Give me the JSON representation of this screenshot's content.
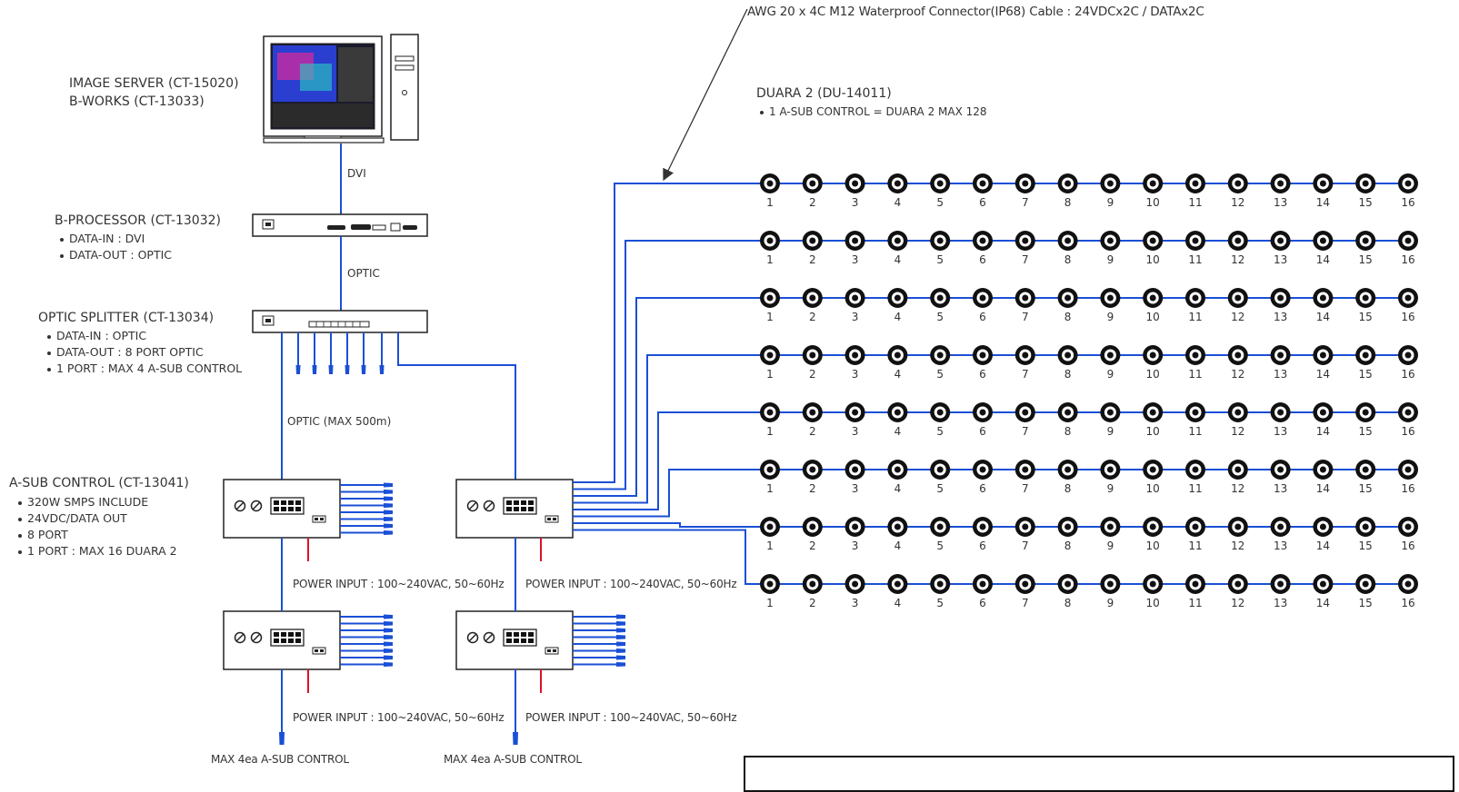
{
  "colors": {
    "cable": "#1a4fd6",
    "power": "#e0102a",
    "outline": "#222222",
    "node": "#111111"
  },
  "cable_spec": "AWG 20 x 4C M12 Waterproof Connector(IP68) Cable : 24VDCx2C / DATAx2C",
  "server": {
    "line1": "IMAGE SERVER (CT-15020)",
    "line2": "B-WORKS (CT-13033)"
  },
  "link_dvi": "DVI",
  "processor": {
    "title": "B-PROCESSOR (CT-13032)",
    "bullets": [
      "DATA-IN : DVI",
      "DATA-OUT : OPTIC"
    ]
  },
  "link_optic": "OPTIC",
  "splitter": {
    "title": "OPTIC SPLITTER (CT-13034)",
    "bullets": [
      "DATA-IN : OPTIC",
      "DATA-OUT : 8 PORT OPTIC",
      "1 PORT : MAX 4 A-SUB CONTROL"
    ]
  },
  "link_optic_max": "OPTIC (MAX 500m)",
  "asub": {
    "title": "A-SUB CONTROL (CT-13041)",
    "bullets": [
      "320W SMPS INCLUDE",
      "24VDC/DATA OUT",
      "8 PORT",
      "1 PORT : MAX 16 DUARA 2"
    ]
  },
  "power_input": "POWER INPUT : 100~240VAC, 50~60Hz",
  "max_note": "MAX 4ea A-SUB CONTROL",
  "duara": {
    "title": "DUARA 2 (DU-14011)",
    "bullet": "1 A-SUB CONTROL = DUARA 2 MAX 128"
  },
  "node_labels": [
    "1",
    "2",
    "3",
    "4",
    "5",
    "6",
    "7",
    "8",
    "9",
    "10",
    "11",
    "12",
    "13",
    "14",
    "15",
    "16"
  ],
  "row_count": 8
}
